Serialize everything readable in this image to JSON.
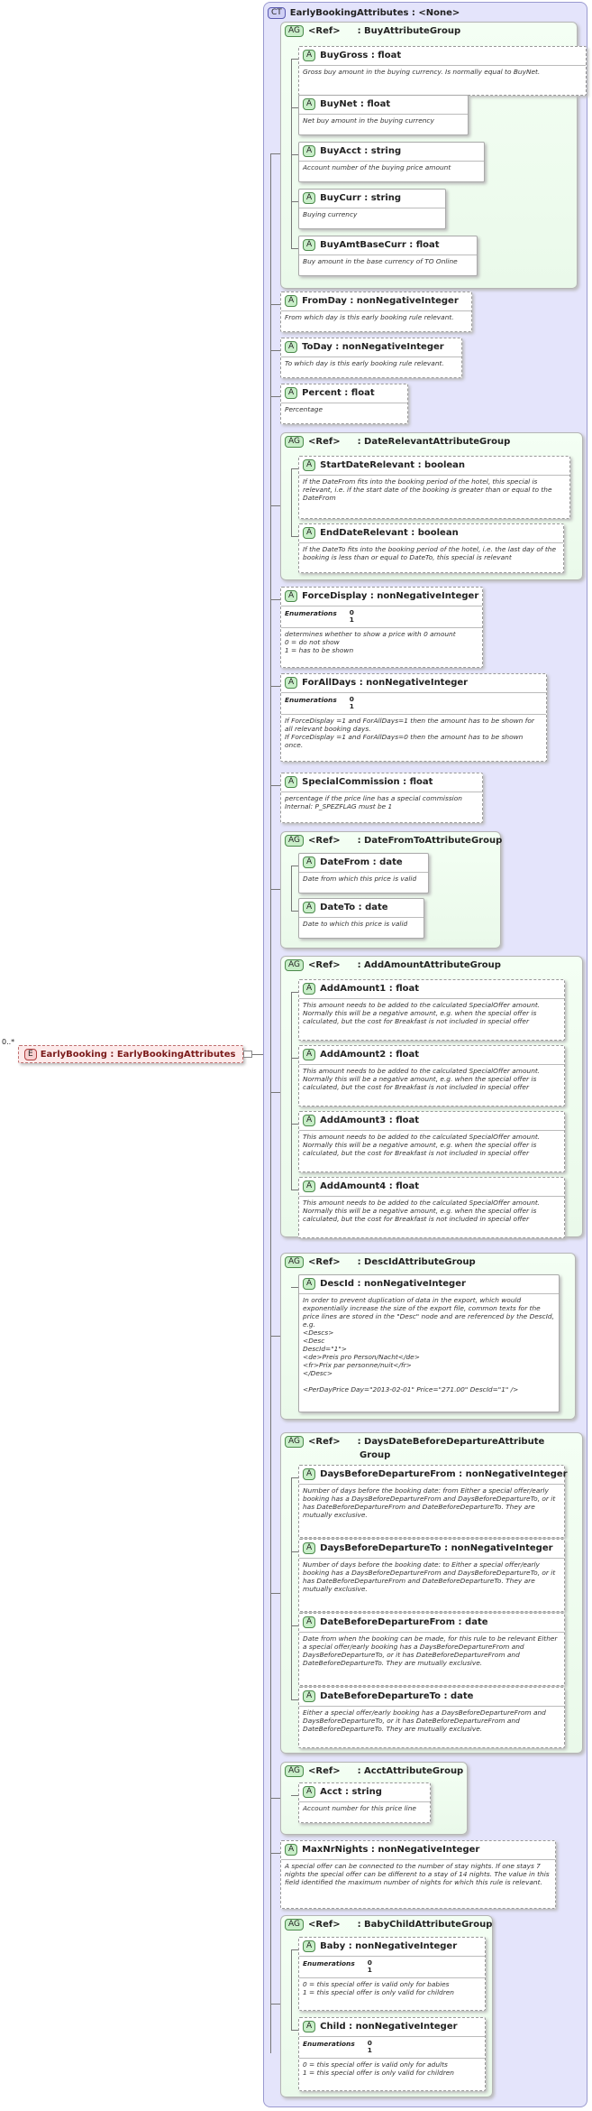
{
  "complex_type": {
    "badge": "CT",
    "title": "EarlyBookingAttributes : <None>"
  },
  "element": {
    "badge": "E",
    "multiplicity": "0..*",
    "label": "EarlyBooking : EarlyBookingAttributes"
  },
  "groups": [
    {
      "id": "buy",
      "badge": "AG",
      "ref": "<Ref>",
      "name": ": BuyAttributeGroup",
      "attrs": [
        {
          "badge": "A",
          "name": "BuyGross : float",
          "doc": "Gross buy amount in the buying currency. Is normally equal to BuyNet."
        },
        {
          "badge": "A",
          "name": "BuyNet   : float",
          "doc": "Net buy amount in the buying currency"
        },
        {
          "badge": "A",
          "name": "BuyAcct : string",
          "doc": "Account number of the buying price amount"
        },
        {
          "badge": "A",
          "name": "BuyCurr : string",
          "doc": "Buying currency"
        },
        {
          "badge": "A",
          "name": "BuyAmtBaseCurr : float",
          "doc": "Buy amount in the base currency of TO Online"
        }
      ]
    },
    {
      "id": "daterel",
      "badge": "AG",
      "ref": "<Ref>",
      "name": ": DateRelevantAttributeGroup",
      "attrs": [
        {
          "badge": "A",
          "name": "StartDateRelevant : boolean",
          "doc": "If the DateFrom fits into the booking period of the hotel, this special is relevant, i.e. if the start date of the booking is greater than or equal to the DateFrom"
        },
        {
          "badge": "A",
          "name": "EndDateRelevant : boolean",
          "doc": "If the DateTo fits into the booking period of the hotel, i.e. the last day of the booking is less than or equal to DateTo, this special is relevant"
        }
      ]
    },
    {
      "id": "datefromto",
      "badge": "AG",
      "ref": "<Ref>",
      "name": ": DateFromToAttributeGroup",
      "attrs": [
        {
          "badge": "A",
          "name": "DateFrom : date",
          "doc": "Date from which this price is valid"
        },
        {
          "badge": "A",
          "name": "DateTo   : date",
          "doc": "Date to which this price is valid"
        }
      ]
    },
    {
      "id": "addamount",
      "badge": "AG",
      "ref": "<Ref>",
      "name": ": AddAmountAttributeGroup",
      "attrs": [
        {
          "badge": "A",
          "name": "AddAmount1 : float",
          "doc": "This amount needs to be added to the calculated SpecialOffer amount. Normally this will be a negative amount, e.g. when the special offer is calculated, but the cost for Breakfast is not included in special offer"
        },
        {
          "badge": "A",
          "name": "AddAmount2 : float",
          "doc": "This amount needs to be added to the calculated SpecialOffer amount. Normally this will be a negative amount, e.g. when the special offer is calculated, but the cost for Breakfast is not included in special offer"
        },
        {
          "badge": "A",
          "name": "AddAmount3 : float",
          "doc": "This amount needs to be added to the calculated SpecialOffer amount. Normally this will be a negative amount, e.g. when the special offer is calculated, but the cost for Breakfast is not included in special offer"
        },
        {
          "badge": "A",
          "name": "AddAmount4 : float",
          "doc": "This amount needs to be added to the calculated SpecialOffer amount. Normally this will be a negative amount, e.g. when the special offer is calculated, but the cost for Breakfast is not included in special offer"
        }
      ]
    },
    {
      "id": "descid",
      "badge": "AG",
      "ref": "<Ref>",
      "name": ": DescIdAttributeGroup",
      "attrs": [
        {
          "badge": "A",
          "name": "DescId   : nonNegativeInteger",
          "doc_lines": [
            "In order to prevent duplication of data in the export, which would exponentially increase the size of the export file, common texts for the price lines are stored in the \"Desc\" node and are referenced by the DescId, e.g.",
            "<Descs>",
            "<Desc",
            "DescId=\"1\">",
            "<de>Preis pro Person/Nacht</de>",
            "<fr>Prix par personne/nuit</fr>",
            "</Desc>",
            "",
            "<PerDayPrice Day=\"2013-02-01\" Price=\"271.00\" DescId=\"1\" />"
          ]
        }
      ]
    },
    {
      "id": "daysdate",
      "badge": "AG",
      "ref": "<Ref>",
      "name": ": DaysDateBeforeDepartureAttribute",
      "name2": "Group",
      "attrs": [
        {
          "badge": "A",
          "name": "DaysBeforeDepartureFrom : nonNegativeInteger",
          "doc": "Number of days before the booking date: from Either a special offer/early booking has a DaysBeforeDepartureFrom and DaysBeforeDepartureTo, or it has DateBeforeDepartureFrom and DateBeforeDepartureTo. They are mutually exclusive."
        },
        {
          "badge": "A",
          "name": "DaysBeforeDepartureTo : nonNegativeInteger",
          "doc": "Number of days before the booking date: to Either a special offer/early booking has a DaysBeforeDepartureFrom and DaysBeforeDepartureTo, or it has DateBeforeDepartureFrom and DateBeforeDepartureTo. They are mutually exclusive."
        },
        {
          "badge": "A",
          "name": "DateBeforeDepartureFrom : date",
          "doc": "Date from when the booking can be made, for this rule to be relevant Either a special offer/early booking has a DaysBeforeDepartureFrom and DaysBeforeDepartureTo, or it has DateBeforeDepartureFrom and DateBeforeDepartureTo. They are mutually exclusive."
        },
        {
          "badge": "A",
          "name": "DateBeforeDepartureTo : date",
          "doc": "Either a special offer/early booking has a DaysBeforeDepartureFrom and DaysBeforeDepartureTo, or it has DateBeforeDepartureFrom and DateBeforeDepartureTo. They are mutually exclusive."
        }
      ]
    },
    {
      "id": "acct",
      "badge": "AG",
      "ref": "<Ref>",
      "name": ": AcctAttributeGroup",
      "attrs": [
        {
          "badge": "A",
          "name": "Acct      : string",
          "doc": "Account number for this price line"
        }
      ]
    },
    {
      "id": "babychild",
      "badge": "AG",
      "ref": "<Ref>",
      "name": ": BabyChildAttributeGroup",
      "attrs": [
        {
          "badge": "A",
          "name": "Baby     : nonNegativeInteger",
          "enum_label": "Enumerations",
          "enum": [
            "0",
            "1"
          ],
          "doc_lines": [
            "0 = this special offer is valid only for babies",
            "1 = this special offer is only valid for children"
          ]
        },
        {
          "badge": "A",
          "name": "Child     : nonNegativeInteger",
          "enum_label": "Enumerations",
          "enum": [
            "0",
            "1"
          ],
          "doc_lines": [
            "0 = this special offer is valid only for adults",
            "1 = this special offer is only valid for children"
          ]
        }
      ]
    }
  ],
  "attributes": [
    {
      "id": "fromday",
      "badge": "A",
      "name": "FromDay : nonNegativeInteger",
      "doc": "From which day is this early booking rule relevant."
    },
    {
      "id": "today",
      "badge": "A",
      "name": "ToDay    : nonNegativeInteger",
      "doc": "To which day is this early booking rule relevant."
    },
    {
      "id": "percent",
      "badge": "A",
      "name": "Percent   : float",
      "doc": "Percentage"
    },
    {
      "id": "forcedisplay",
      "badge": "A",
      "name": "ForceDisplay : nonNegativeInteger",
      "enum_label": "Enumerations",
      "enum": [
        "0",
        "1"
      ],
      "doc_lines": [
        "determines whether to show a price with 0 amount",
        "0 = do not show",
        "1 = has to be shown"
      ]
    },
    {
      "id": "foralldays",
      "badge": "A",
      "name": "ForAllDays : nonNegativeInteger",
      "enum_label": "Enumerations",
      "enum": [
        "0",
        "1"
      ],
      "doc_lines": [
        "If ForceDisplay =1 and ForAllDays=1 then the amount has to be shown for all relevant booking days.",
        "If ForceDisplay =1 and ForAllDays=0 then the amount has to be shown once."
      ]
    },
    {
      "id": "specialcommission",
      "badge": "A",
      "name": "SpecialCommission : float",
      "doc_lines": [
        "percentage if the price line has a special commission",
        "Internal: P_SPEZFLAG must be 1"
      ]
    },
    {
      "id": "maxnrnights",
      "badge": "A",
      "name": "MaxNrNights : nonNegativeInteger",
      "doc": "A special offer can be connected to the number of stay nights. If one stays 7 nights the special offer can be different to a stay of 14 nights. The value in this field identified the maximum number of nights for which this rule is relevant."
    }
  ]
}
